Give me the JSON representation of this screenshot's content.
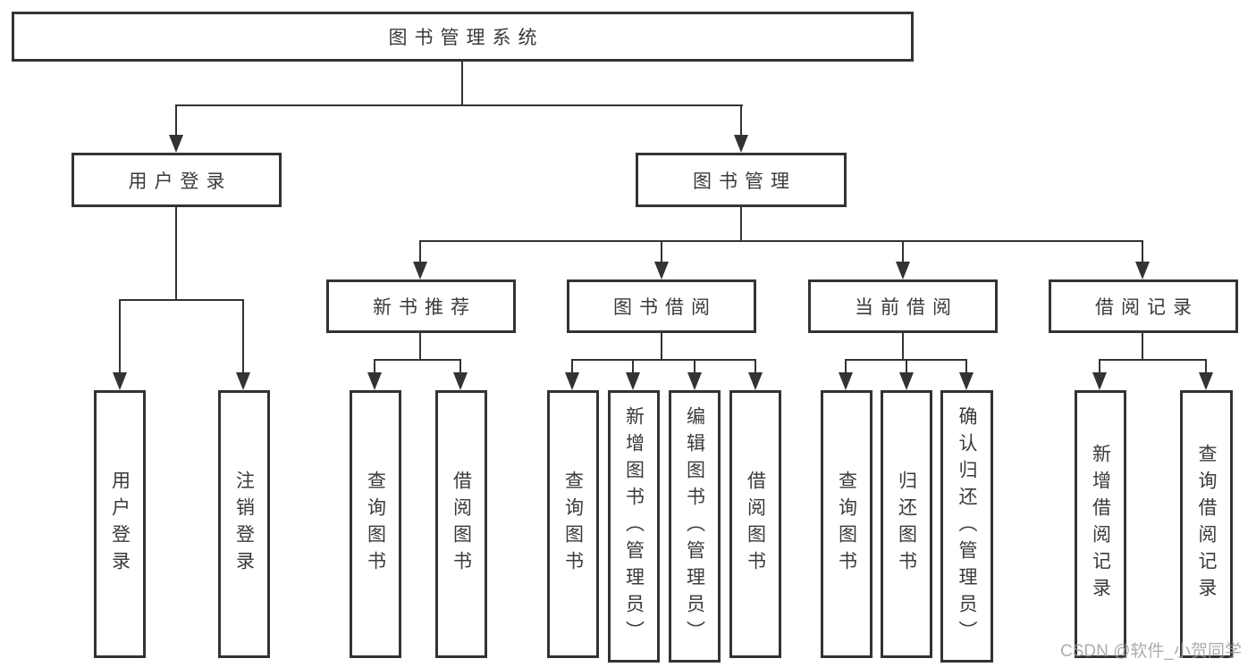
{
  "title": "图书管理系统",
  "tree": {
    "label": "图书管理系统",
    "children": [
      {
        "label": "用户登录",
        "children": [
          {
            "label": "用户登录"
          },
          {
            "label": "注销登录"
          }
        ]
      },
      {
        "label": "图书管理",
        "children": [
          {
            "label": "新书推荐",
            "children": [
              {
                "label": "查询图书"
              },
              {
                "label": "借阅图书"
              }
            ]
          },
          {
            "label": "图书借阅",
            "children": [
              {
                "label": "查询图书"
              },
              {
                "label": "新增图书（管理员）"
              },
              {
                "label": "编辑图书（管理员）"
              },
              {
                "label": "借阅图书"
              }
            ]
          },
          {
            "label": "当前借阅",
            "children": [
              {
                "label": "查询图书"
              },
              {
                "label": "归还图书"
              },
              {
                "label": "确认归还（管理员）"
              }
            ]
          },
          {
            "label": "借阅记录",
            "children": [
              {
                "label": "新增借阅记录"
              },
              {
                "label": "查询借阅记录"
              }
            ]
          }
        ]
      }
    ]
  },
  "watermark": "CSDN @软件_小贺同学",
  "colors": {
    "line": "#333333",
    "text": "#3a3a3a",
    "background": "#ffffff",
    "watermark": "#9e9e9e"
  }
}
